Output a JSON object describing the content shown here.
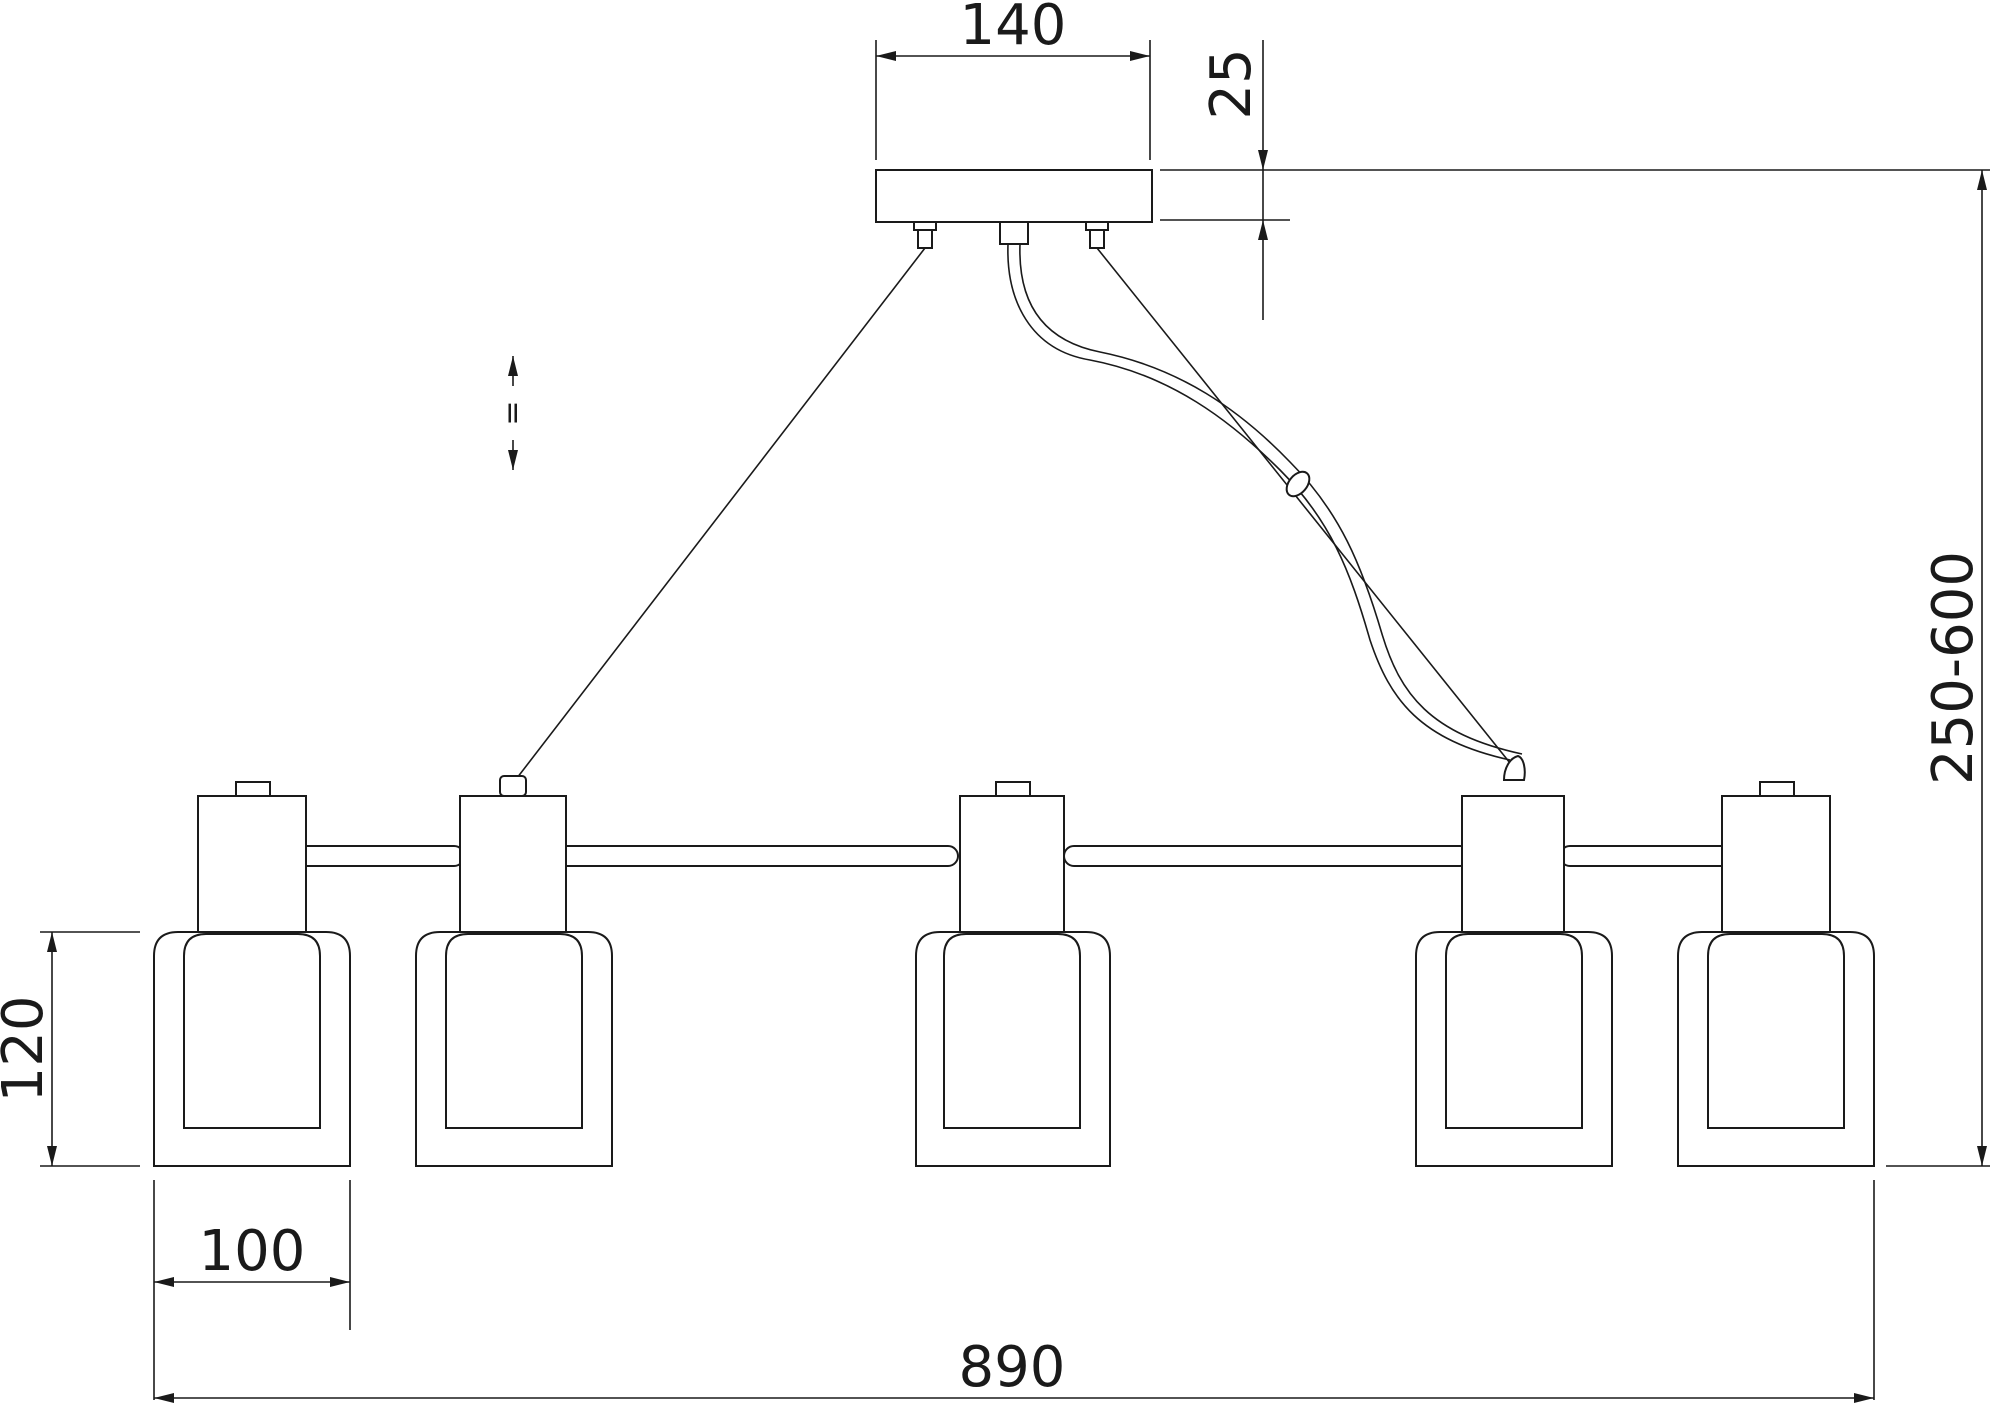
{
  "dimensions": {
    "canopy_width": "140",
    "canopy_height": "25",
    "suspension_length": "250-600",
    "shade_height": "120",
    "shade_width": "100",
    "total_width": "890"
  },
  "adjust_symbol": "="
}
